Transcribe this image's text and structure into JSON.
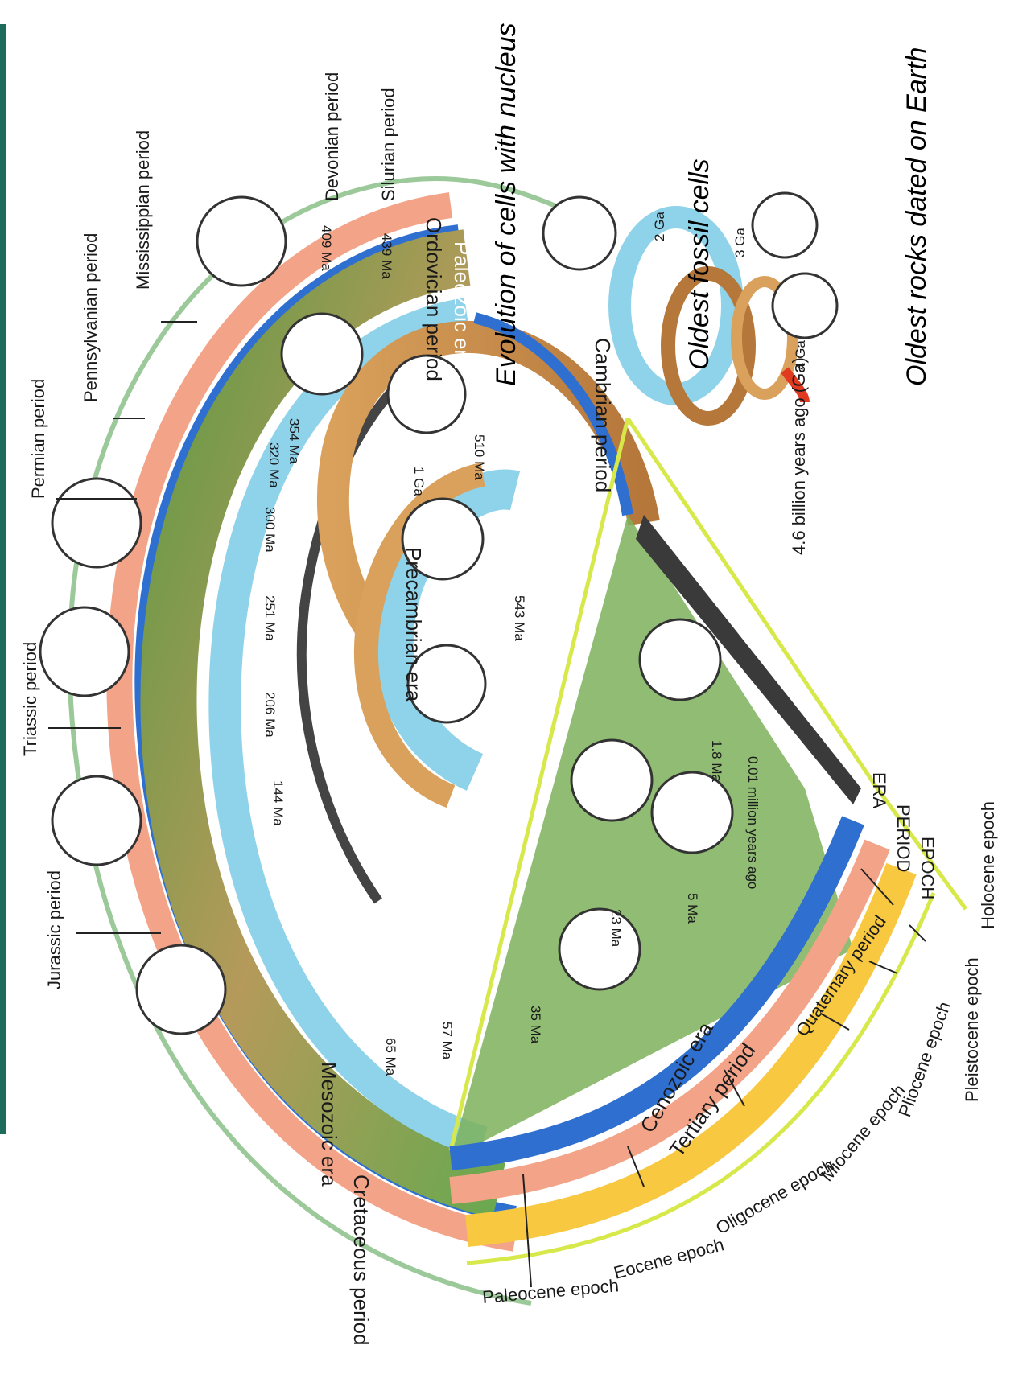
{
  "periods_top": {
    "devonian": "Devonian period",
    "silurian": "Silurian period",
    "mississippian": "Mississippian period",
    "pennsylvanian": "Pennsylvanian period",
    "permian": "Permian period",
    "triassic": "Triassic period",
    "jurassic": "Jurassic period",
    "cretaceous": "Cretaceous period"
  },
  "eras": {
    "paleozoic": "Paleozoic era",
    "ordovician": "Ordovician period",
    "cambrian": "Cambrian period",
    "precambrian": "Precambrian era",
    "mesozoic": "Mesozoic era",
    "cenozoic": "Cenozoic era",
    "tertiary": "Tertiary period",
    "quaternary": "Quaternary period"
  },
  "milestones": {
    "nucleus": "Evolution of cells with nucleus",
    "oldest_fossil": "Oldest fossil cells",
    "oldest_rocks": "Oldest rocks dated on Earth",
    "billion": "4.6 billion years ago (Ga)"
  },
  "ticks": {
    "t2ga": "2 Ga",
    "t3ga": "3 Ga",
    "t4ga": "4 Ga",
    "t1ga": "1 Ga",
    "t409": "409 Ma",
    "t439": "439 Ma",
    "t354": "354 Ma",
    "t320": "320 Ma",
    "t300": "300 Ma",
    "t251": "251 Ma",
    "t206": "206 Ma",
    "t144": "144 Ma",
    "t510": "510 Ma",
    "t543": "543 Ma",
    "t65": "65 Ma",
    "t57": "57 Ma",
    "t35": "35 Ma",
    "t23": "23 Ma",
    "t5": "5 Ma",
    "t18": "1.8 Ma",
    "t001": "0.01 million years ago"
  },
  "legend": {
    "era": "ERA",
    "period": "PERIOD",
    "epoch": "EPOCH"
  },
  "epochs": {
    "holocene": "Holocene epoch",
    "pleistocene": "Pleistocene epoch",
    "pliocene": "Pliocene epoch",
    "miocene": "Miocene epoch",
    "oligocene": "Oligocene epoch",
    "eocene": "Eocene epoch",
    "paleocene": "Paleocene epoch"
  },
  "colors": {
    "era_blue": "#2f6fd0",
    "period_salmon": "#f3a488",
    "epoch_yellow": "#f7c840",
    "water": "#8fd3ea",
    "land_green": "#6aa84f",
    "land_tan": "#d9a15c",
    "outline_green": "#9cc99a",
    "lime": "#d7e84a",
    "left_bar": "#1d6b5a"
  }
}
